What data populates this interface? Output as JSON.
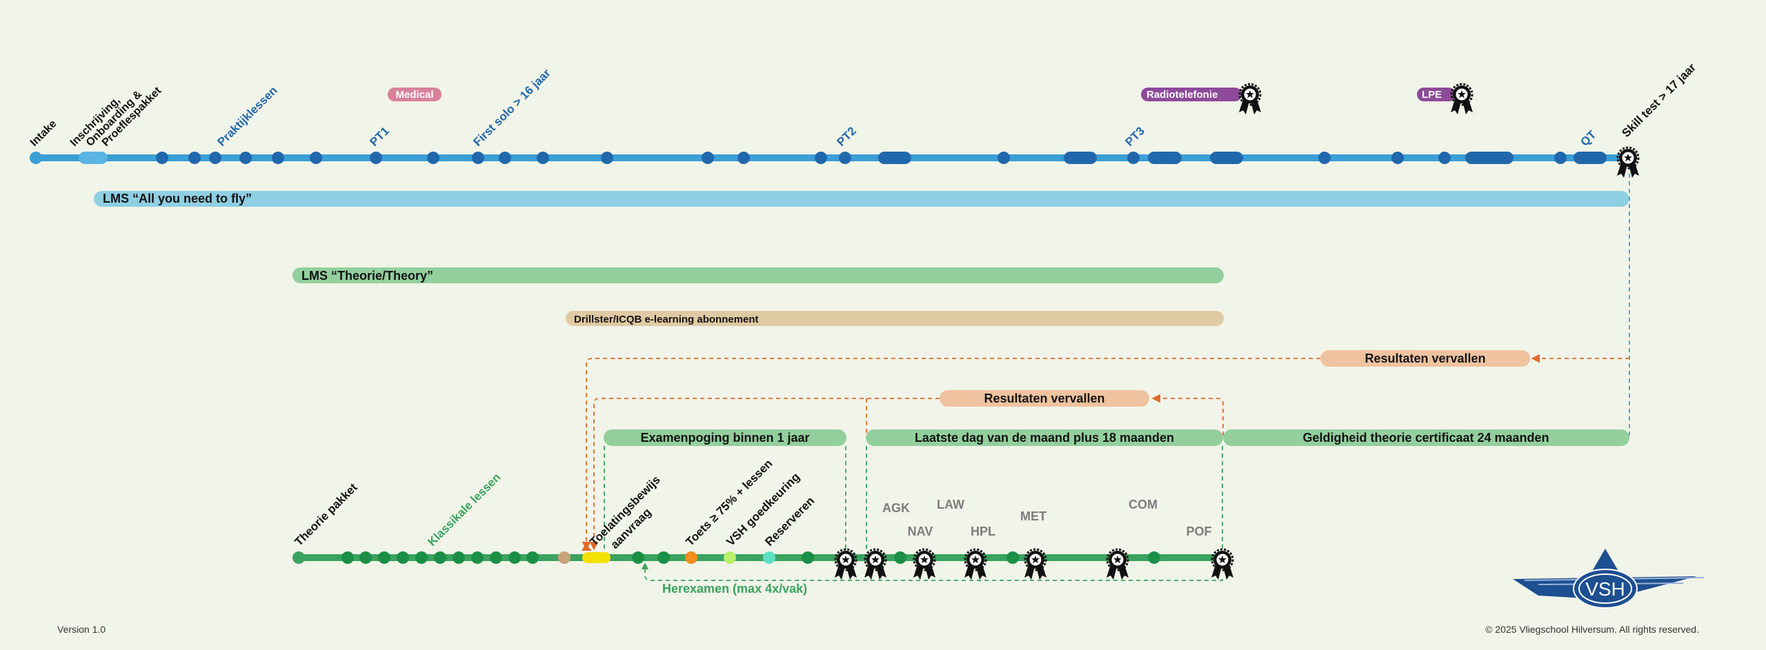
{
  "pilot_track": {
    "start_label": "Intake",
    "onboarding_lines": [
      "Inschrijving,",
      "Onboarding &",
      "Proeflespakket"
    ],
    "praktijk_label": "Praktijklessen",
    "pt1": "PT1",
    "first_solo": "First solo > 16 jaar",
    "pt2": "PT2",
    "pt3": "PT3",
    "qt": "QT",
    "skill_test": "Skill test > 17 jaar",
    "medical": "Medical",
    "radiotelefonie": "Radiotelefonie",
    "lpe": "LPE"
  },
  "bars": {
    "lms_fly": "LMS “All you need to fly”",
    "lms_theory": "LMS “Theorie/Theory”",
    "drillster": "Drillster/ICQB e-learning abonnement",
    "resultaten_1": "Resultaten vervallen",
    "resultaten_2": "Resultaten vervallen",
    "examenpoging": "Examenpoging binnen 1 jaar",
    "laatste_dag": "Laatste dag van de maand plus 18 maanden",
    "geldigheid": "Geldigheid theorie certificaat 24 maanden"
  },
  "theory_track": {
    "pakket": "Theorie pakket",
    "klassikaal": "Klassikale lessen",
    "toelating_lines": [
      "Toelatingsbewijs",
      "aanvraag"
    ],
    "toets": "Toets ≥ 75% + lessen",
    "vsh": "VSH goedkeuring",
    "reserveren": "Reserveren",
    "herexamen": "Herexamen (max 4x/vak)",
    "subjects": [
      "AGK",
      "NAV",
      "LAW",
      "HPL",
      "MET",
      "COM",
      "POF"
    ]
  },
  "logo_text": "VSH",
  "footer": {
    "version": "Version 1.0",
    "copyright": "© 2025 Vliegschool Hilversum. All rights reserved."
  },
  "colors": {
    "background": "#f1f4e8",
    "pilot_line": "#3a9fd6",
    "pilot_node": "#2167ac",
    "lms_fly": "#8fcfe3",
    "theory_line": "#3aa35f",
    "theory_node": "#1a8f45",
    "lms_theory": "#93cf9d",
    "drillster": "#e0caa4",
    "resultaten": "#efc39f",
    "dashed_orange": "#e06a2a",
    "dashed_green": "#3aa35f",
    "medical": "#d9819a",
    "purple": "#8d4a99",
    "logo": "#1d4f91"
  }
}
